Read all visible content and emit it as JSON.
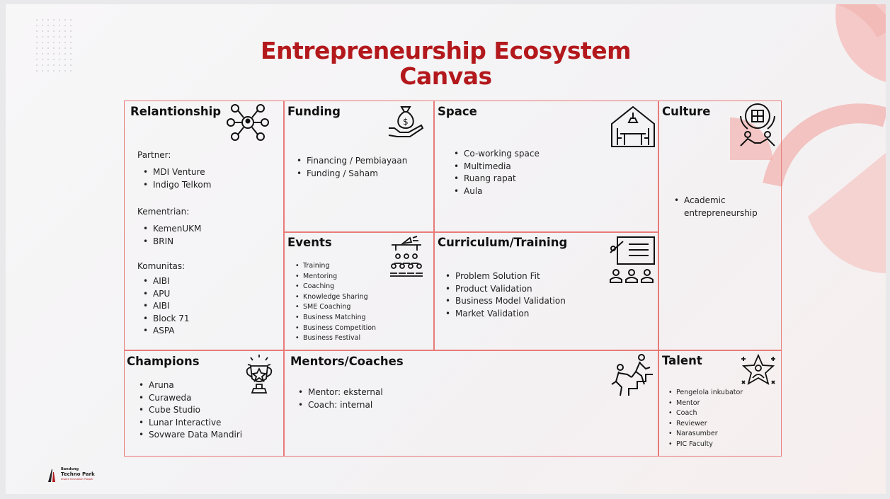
{
  "title_line1": "Entrepreneurship Ecosystem",
  "title_line2": "Canvas",
  "accent_color": "#b3191c",
  "border_color": "#e87b78",
  "relationship": {
    "title": "Relantionship",
    "icon": "network-people-icon",
    "partner_label": "Partner:",
    "partner": [
      "MDI Venture",
      "Indigo Telkom"
    ],
    "kementrian_label": "Kementrian:",
    "kementrian": [
      "KemenUKM",
      "BRIN"
    ],
    "komunitas_label": "Komunitas:",
    "komunitas": [
      "AIBI",
      "APU",
      "AIBI",
      "Block 71",
      "ASPA"
    ]
  },
  "funding": {
    "title": "Funding",
    "icon": "money-bag-hand-icon",
    "items": [
      "Financing / Pembiayaan",
      "Funding / Saham"
    ]
  },
  "space": {
    "title": "Space",
    "icon": "meeting-room-icon",
    "items": [
      "Co-working space",
      "Multimedia",
      "Ruang rapat",
      "Aula"
    ]
  },
  "culture": {
    "title": "Culture",
    "icon": "teamwork-puzzle-icon",
    "items": [
      "Academic entrepreneurship"
    ]
  },
  "events": {
    "title": "Events",
    "icon": "audience-megaphone-icon",
    "items": [
      "Training",
      "Mentoring",
      "Coaching",
      "Knowledge Sharing",
      "SME Coaching",
      "Business Matching",
      "Business Competition",
      "Business Festival"
    ]
  },
  "curriculum": {
    "title": "Curriculum/Training",
    "icon": "presentation-board-icon",
    "items": [
      "Problem Solution Fit",
      "Product Validation",
      "Business Model Validation",
      "Market Validation"
    ]
  },
  "champions": {
    "title": "Champions",
    "icon": "trophy-icon",
    "items": [
      "Aruna",
      "Curaweda",
      "Cube Studio",
      "Lunar Interactive",
      "Sovware Data Mandiri"
    ]
  },
  "mentors": {
    "title": "Mentors/Coaches",
    "icon": "mentor-climbing-icon",
    "items": [
      "Mentor: eksternal",
      "Coach: internal"
    ]
  },
  "talent": {
    "title": "Talent",
    "icon": "star-person-icon",
    "items": [
      "Pengelola inkubator",
      "Mentor",
      "Coach",
      "Reviewer",
      "Narasumber",
      "PIC Faculty"
    ]
  },
  "logo": {
    "line1": "Bandung",
    "line2": "Techno Park",
    "line3": "Inspire Innovation Prosper"
  }
}
